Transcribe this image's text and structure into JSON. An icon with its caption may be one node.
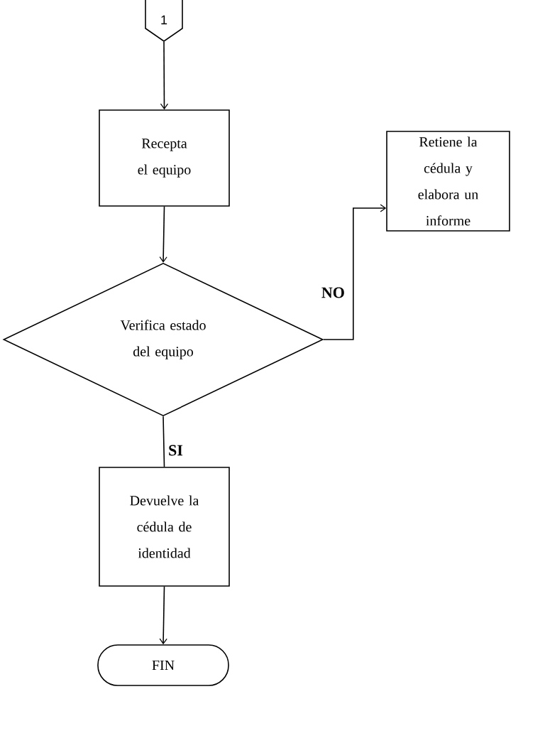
{
  "diagram": {
    "nodes": [
      {
        "text": [
          "1"
        ]
      },
      {
        "text": [
          "Recepta el equipo"
        ]
      },
      {
        "text": [
          "Verifica estado del equipo"
        ]
      },
      {
        "text": [
          "Retiene la cédula y elabora un informe"
        ]
      },
      {
        "text": [
          "Devuelve la cédula de identidad"
        ]
      },
      {
        "text": [
          "FIN"
        ]
      }
    ],
    "edges": [
      {
        "from": 0,
        "to": 1,
        "arrow": "to"
      },
      {
        "from": 1,
        "to": 2,
        "arrow": "to"
      },
      {
        "from": 2,
        "to": 3,
        "arrow": "to",
        "label": "NO"
      },
      {
        "from": 2,
        "to": 4,
        "arrow": "none",
        "label": "SI"
      },
      {
        "from": 4,
        "to": 5,
        "arrow": "to"
      }
    ]
  }
}
